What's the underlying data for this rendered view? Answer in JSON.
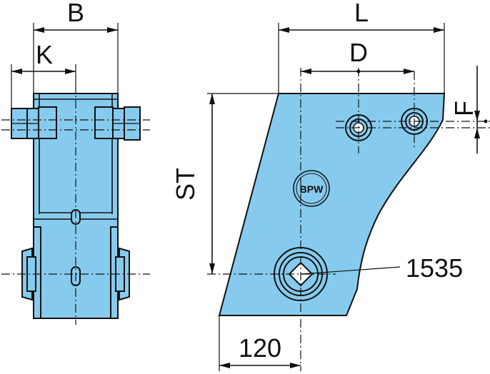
{
  "labels": {
    "B": "B",
    "K": "K",
    "L": "L",
    "D": "D",
    "F": "F",
    "ST": "ST",
    "hole_size": "1535",
    "width": "120"
  },
  "colors": {
    "part_fill": "#86cbee",
    "outline": "#111111"
  },
  "logo_text": "BPW"
}
